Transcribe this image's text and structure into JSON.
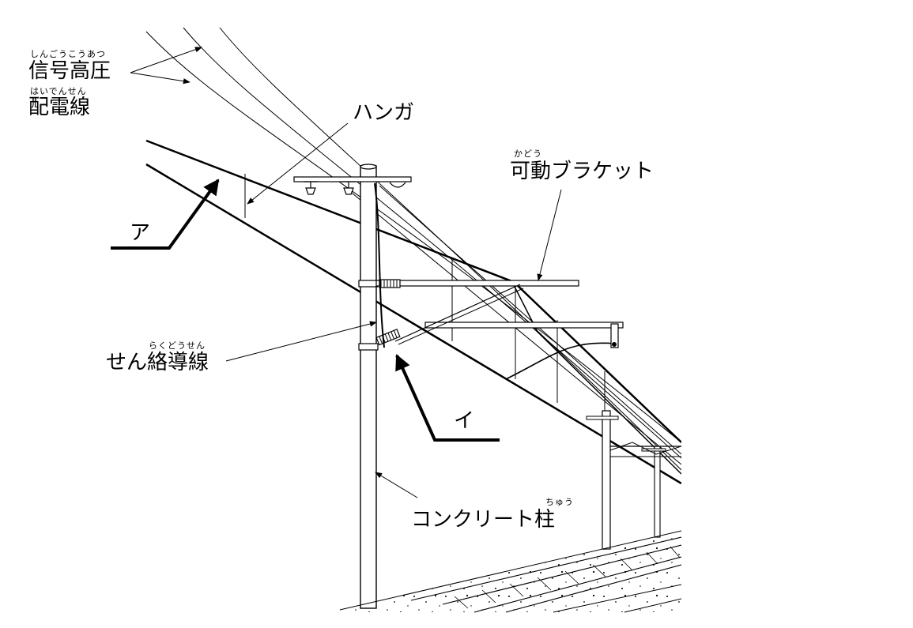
{
  "labels": {
    "signal_line_1": "信号高圧",
    "signal_line_1_ruby": "しんごうこうあつ",
    "signal_line_2": "配電線",
    "signal_line_2_ruby": "はいでんせん",
    "hanger": "ハンガ",
    "movable_bracket": "可動ブラケット",
    "movable_bracket_ruby": "かどう",
    "a": "ア",
    "feeder": "せん絡導線",
    "feeder_ruby": "らくどうせん",
    "i": "イ",
    "pole": "コンクリート柱",
    "pole_ruby": "ちゅう"
  },
  "colors": {
    "line": "#000000",
    "background": "#ffffff"
  }
}
